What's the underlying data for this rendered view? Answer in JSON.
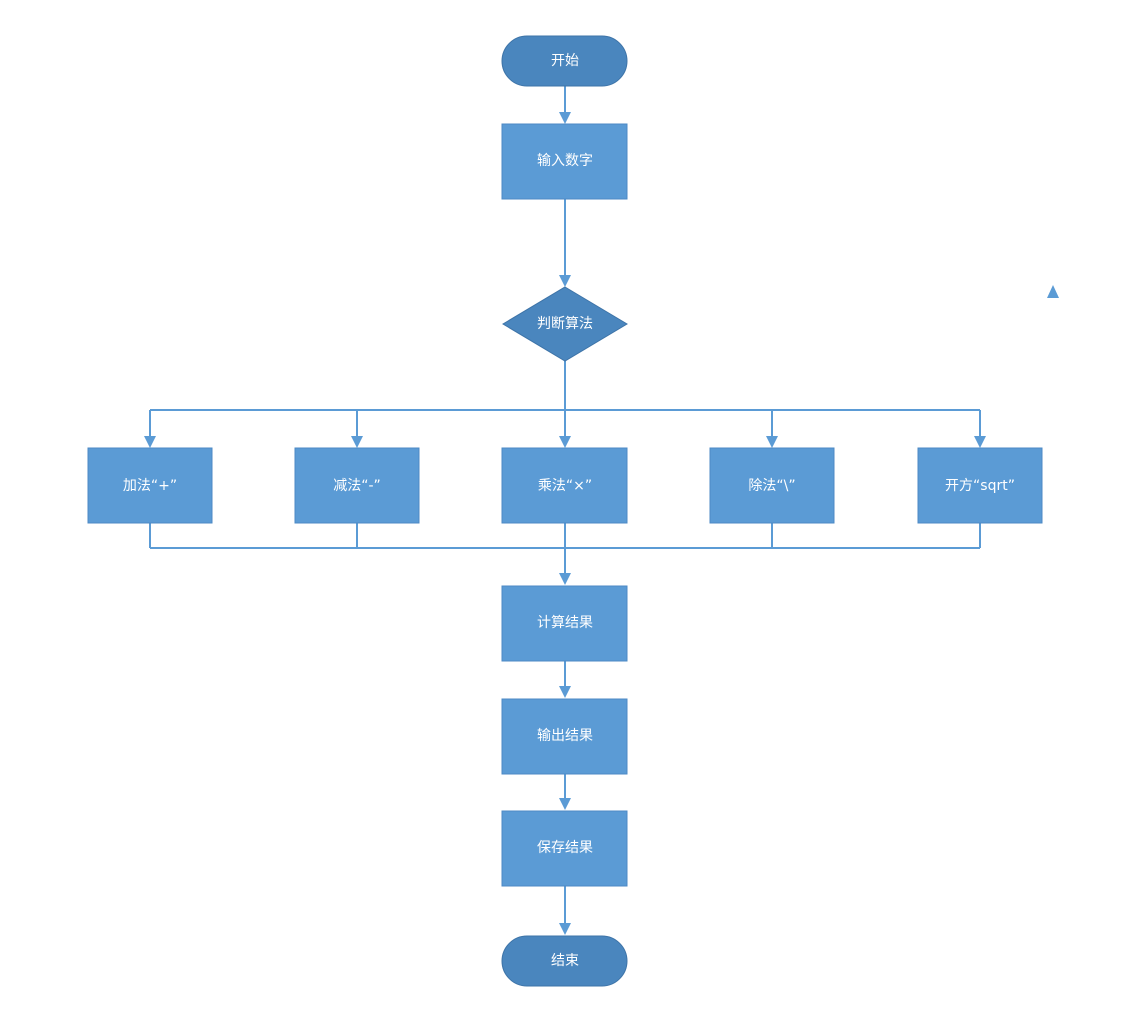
{
  "flowchart": {
    "start": "开始",
    "input": "输入数字",
    "decision": "判断算法",
    "operations": [
      "加法“+”",
      "减法“-”",
      "乘法“×”",
      "除法“\\”",
      "开方“sqrt”"
    ],
    "compute": "计算结果",
    "output": "输出结果",
    "save": "保存结果",
    "end": "结束"
  },
  "colors": {
    "process_fill": "#5b9bd5",
    "terminal_fill": "#4a86be",
    "connector": "#5b9bd5",
    "label_text": "#ffffff",
    "background": "#ffffff"
  }
}
